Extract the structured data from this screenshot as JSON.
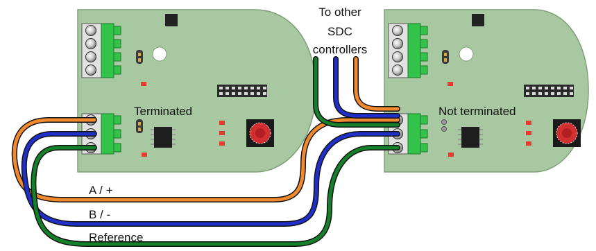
{
  "boards": [
    {
      "id": "left",
      "label": "Terminated"
    },
    {
      "id": "right",
      "label": "Not terminated"
    }
  ],
  "note": {
    "line1": "To other",
    "line2": "SDC",
    "line3": "controllers"
  },
  "wires": [
    {
      "label": "A / +",
      "color": "#f08a2c"
    },
    {
      "label": "B / -",
      "color": "#1f2fc8"
    },
    {
      "label": "Reference",
      "color": "#14812a"
    }
  ],
  "colors": {
    "board": "#a7c8a0",
    "board_edge": "#7f9f78",
    "connector": "#33c24a",
    "led": "#e83a30"
  }
}
